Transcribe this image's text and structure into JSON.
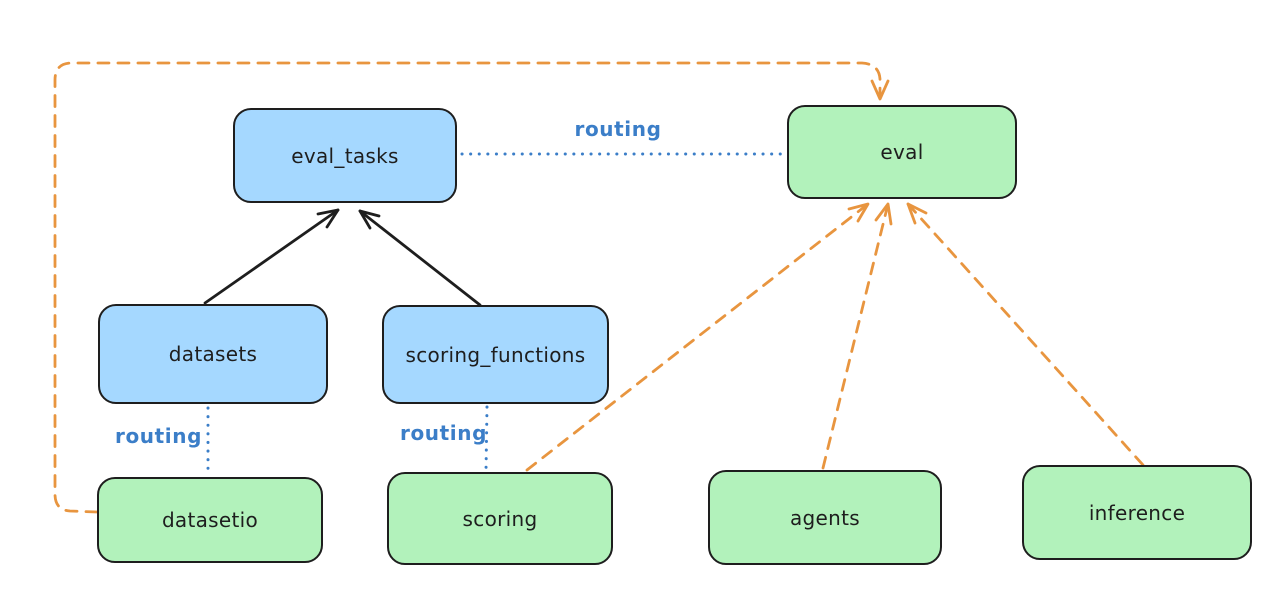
{
  "diagram": {
    "nodes": {
      "eval_tasks": {
        "label": "eval_tasks",
        "fill": "#a5d8ff"
      },
      "eval": {
        "label": "eval",
        "fill": "#b2f2bb"
      },
      "datasets": {
        "label": "datasets",
        "fill": "#a5d8ff"
      },
      "scoring_functions": {
        "label": "scoring_functions",
        "fill": "#a5d8ff"
      },
      "datasetio": {
        "label": "datasetio",
        "fill": "#b2f2bb"
      },
      "scoring": {
        "label": "scoring",
        "fill": "#b2f2bb"
      },
      "agents": {
        "label": "agents",
        "fill": "#b2f2bb"
      },
      "inference": {
        "label": "inference",
        "fill": "#b2f2bb"
      }
    },
    "edges": [
      {
        "from": "eval_tasks",
        "to": "eval",
        "style": "dotted",
        "color": "blue",
        "label": "routing"
      },
      {
        "from": "datasets",
        "to": "datasetio",
        "style": "dotted",
        "color": "blue",
        "label": "routing"
      },
      {
        "from": "scoring_functions",
        "to": "scoring",
        "style": "dotted",
        "color": "blue",
        "label": "routing"
      },
      {
        "from": "datasets",
        "to": "eval_tasks",
        "style": "solid-arrow",
        "color": "black"
      },
      {
        "from": "scoring_functions",
        "to": "eval_tasks",
        "style": "solid-arrow",
        "color": "black"
      },
      {
        "from": "datasetio",
        "to": "eval",
        "style": "dashed-arrow",
        "color": "orange"
      },
      {
        "from": "scoring",
        "to": "eval",
        "style": "dashed-arrow",
        "color": "orange"
      },
      {
        "from": "agents",
        "to": "eval",
        "style": "dashed-arrow",
        "color": "orange"
      },
      {
        "from": "inference",
        "to": "eval",
        "style": "dashed-arrow",
        "color": "orange"
      }
    ],
    "colors": {
      "background": "#ffffff",
      "stroke": "#1e1e1e",
      "blue_fill": "#a5d8ff",
      "green_fill": "#b2f2bb",
      "routing_blue": "#3b7ec8",
      "arrow_orange": "#e8953f"
    }
  }
}
